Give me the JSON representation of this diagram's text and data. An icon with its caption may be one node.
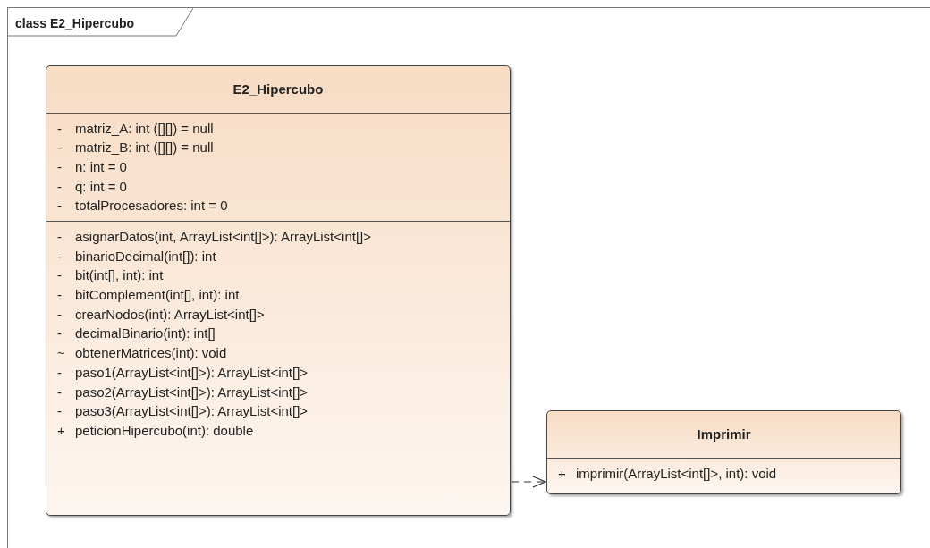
{
  "diagram": {
    "nodes": [
      {
        "text": [
          "class E2_Hipercubo"
        ]
      },
      {
        "text": [
          "E2_Hipercubo"
        ],
        "in": 0
      },
      {
        "text": [
          "-",
          "matriz_A: int ([][]) = null",
          "-",
          "matriz_B: int ([][]) = null",
          "-",
          "n: int = 0",
          "-",
          "q: int = 0",
          "-",
          "totalProcesadores: int = 0"
        ],
        "in": 1
      },
      {
        "text": [
          "-",
          "asignarDatos(int, ArrayList<int[]>): ArrayList<int[]>",
          "-",
          "binarioDecimal(int[]): int",
          "-",
          "bit(int[], int): int",
          "-",
          "bitComplement(int[], int): int",
          "-",
          "crearNodos(int): ArrayList<int[]>",
          "-",
          "decimalBinario(int): int[]",
          "~",
          "obtenerMatrices(int): void",
          "-",
          "paso1(ArrayList<int[]>): ArrayList<int[]>",
          "-",
          "paso2(ArrayList<int[]>): ArrayList<int[]>",
          "-",
          "paso3(ArrayList<int[]>): ArrayList<int[]>",
          "+",
          "peticionHipercubo(int): double"
        ],
        "in": 1
      },
      {
        "text": [
          "Imprimir"
        ],
        "in": 0
      },
      {
        "text": [
          "+",
          "imprimir(ArrayList<int[]>, int): void"
        ],
        "in": 4
      }
    ],
    "edges": [
      {
        "from": 1,
        "to": 4,
        "arrow": "to",
        "style": "dashed"
      }
    ]
  }
}
